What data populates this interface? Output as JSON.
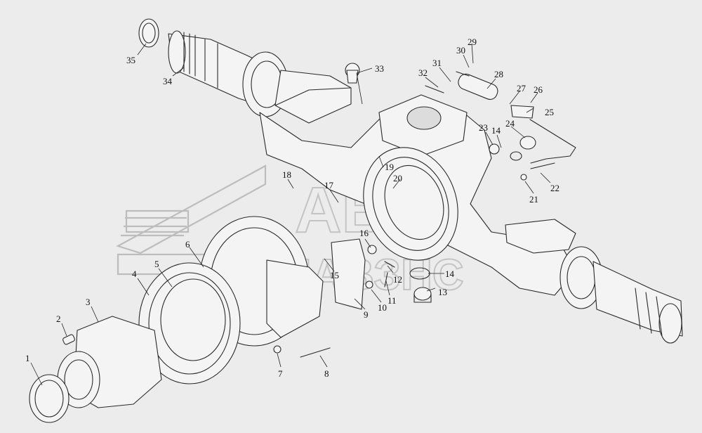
{
  "watermark": {
    "top_word": "АВТО",
    "bottom_word": "ЛАВЗНС"
  },
  "callouts": [
    "1",
    "2",
    "3",
    "4",
    "5",
    "6",
    "7",
    "8",
    "9",
    "10",
    "11",
    "12",
    "13",
    "14",
    "14",
    "15",
    "16",
    "17",
    "18",
    "19",
    "20",
    "21",
    "22",
    "23",
    "24",
    "25",
    "26",
    "27",
    "28",
    "29",
    "30",
    "31",
    "32",
    "33",
    "34",
    "35"
  ]
}
